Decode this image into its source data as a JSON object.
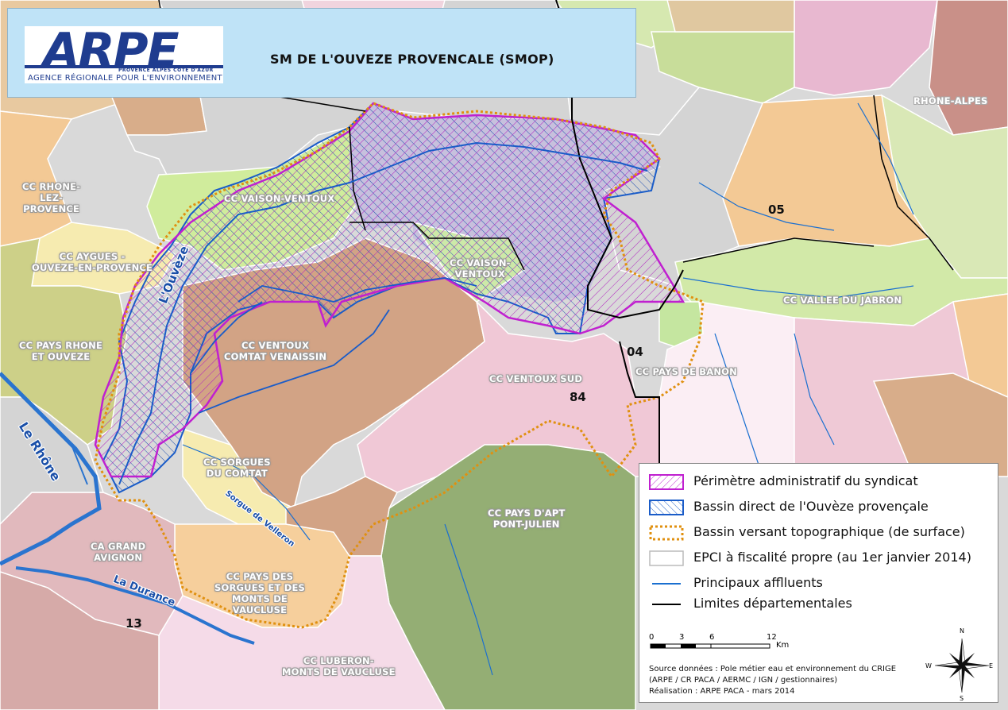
{
  "header": {
    "logo_main": "ARPE",
    "logo_region": "PROVENCE ALPES CÔTE D'AZUR",
    "logo_agency": "AGENCE RÉGIONALE POUR L'ENVIRONNEMENT",
    "title": "SM DE L'OUVEZE PROVENCALE (SMOP)"
  },
  "regions": {
    "rhone_alpes": "RHONE-ALPES",
    "cc_rhone_lez": "CC RHONE-\nLEZ-\nPROVENCE",
    "cc_aygues": "CC AYGUES -\nOUVEZE-EN-PROVENCE",
    "cc_pays_rhone": "CC PAYS RHONE\nET OUVEZE",
    "cc_vaison_1": "CC VAISON-VENTOUX",
    "cc_vaison_2": "CC VAISON-\nVENTOUX",
    "cc_ventoux_comtat": "CC VENTOUX\nCOMTAT VENAISSIN",
    "cc_ventoux_sud": "CC VENTOUX SUD",
    "cc_vallee_jabron": "CC VALLEE DU JABRON",
    "cc_pays_banon": "CC PAYS DE BANON",
    "cc_sorgues_comtat": "CC SORGUES\nDU COMTAT",
    "cc_pays_apt": "CC PAYS D'APT\nPONT-JULIEN",
    "ca_grand_avignon": "CA GRAND\nAVIGNON",
    "cc_pays_sorgues": "CC PAYS DES\nSORGUES ET DES\nMONTS DE\nVAUCLUSE",
    "cc_luberon": "CC LUBERON-\nMONTS DE VAUCLUSE"
  },
  "departments": {
    "d05": "05",
    "d04": "04",
    "d84": "84",
    "d13": "13"
  },
  "rivers": {
    "ouveze": "L'Ouvèze",
    "rhone": "Le Rhône",
    "durance": "La Durance",
    "sorgue": "Sorgue de Velleron"
  },
  "legend": {
    "items": [
      {
        "label": "Périmètre administratif du syndicat",
        "color": "#c020d0"
      },
      {
        "label": "Bassin direct de l'Ouvèze provençale",
        "color": "#1a5cc8"
      },
      {
        "label": "Bassin versant topographique (de surface)",
        "color": "#e09010"
      },
      {
        "label": "EPCI à fiscalité propre (au 1er janvier 2014)",
        "color": "#bbbbbb"
      },
      {
        "label": "Principaux afflluents",
        "color": "#1a6fd0"
      },
      {
        "label": "Limites départementales",
        "color": "#000000"
      }
    ],
    "scale_ticks": [
      "0",
      "3",
      "6",
      "12"
    ],
    "scale_unit": "Km",
    "source_lines": [
      "Source données : Pole métier eau et environnement du CRIGE",
      "(ARPE / CR PACA / AERMC / IGN / gestionnaires)",
      "Réalisation : ARPE PACA - mars 2014"
    ],
    "compass": {
      "n": "N",
      "s": "S",
      "e": "E",
      "w": "W"
    }
  }
}
